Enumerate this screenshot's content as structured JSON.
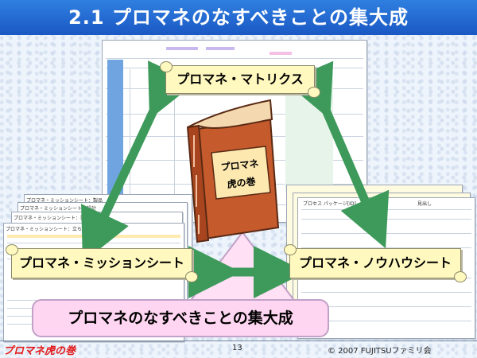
{
  "title": "2.1  プロマネのなすべきことの集大成",
  "labels": {
    "matrix": "プロマネ・マトリクス",
    "mission": "プロマネ・ミッションシート",
    "knowhow": "プロマネ・ノウハウシート",
    "center": "プロマネのなすべきことの集大成"
  },
  "book": {
    "line1": "プロマネ",
    "line2": "虎の巻"
  },
  "mission_sheet_tabs": [
    "プロマネ・ミッションシート：製品",
    "プロマネ・ミッションシート：設計",
    "プロマネ・ミッションシート：要件定義",
    "プロマネ・ミッションシート：立ち上げ"
  ],
  "knowhow_sheet_header": "プロセス パッケージ[ID]",
  "knowhow_sheet_header_right": "見出し",
  "footer": {
    "brand": "プロマネ虎の巻",
    "page": "13",
    "copyright": "© 2007 FUJITSUファミリ会"
  },
  "colors": {
    "title_bar": "#1a58c4",
    "arrow": "#3d9a5a",
    "label_fill": "#fff8bf",
    "center_fill": "#ffd6f1",
    "book": "#e07040",
    "brand_text": "#e31919"
  }
}
